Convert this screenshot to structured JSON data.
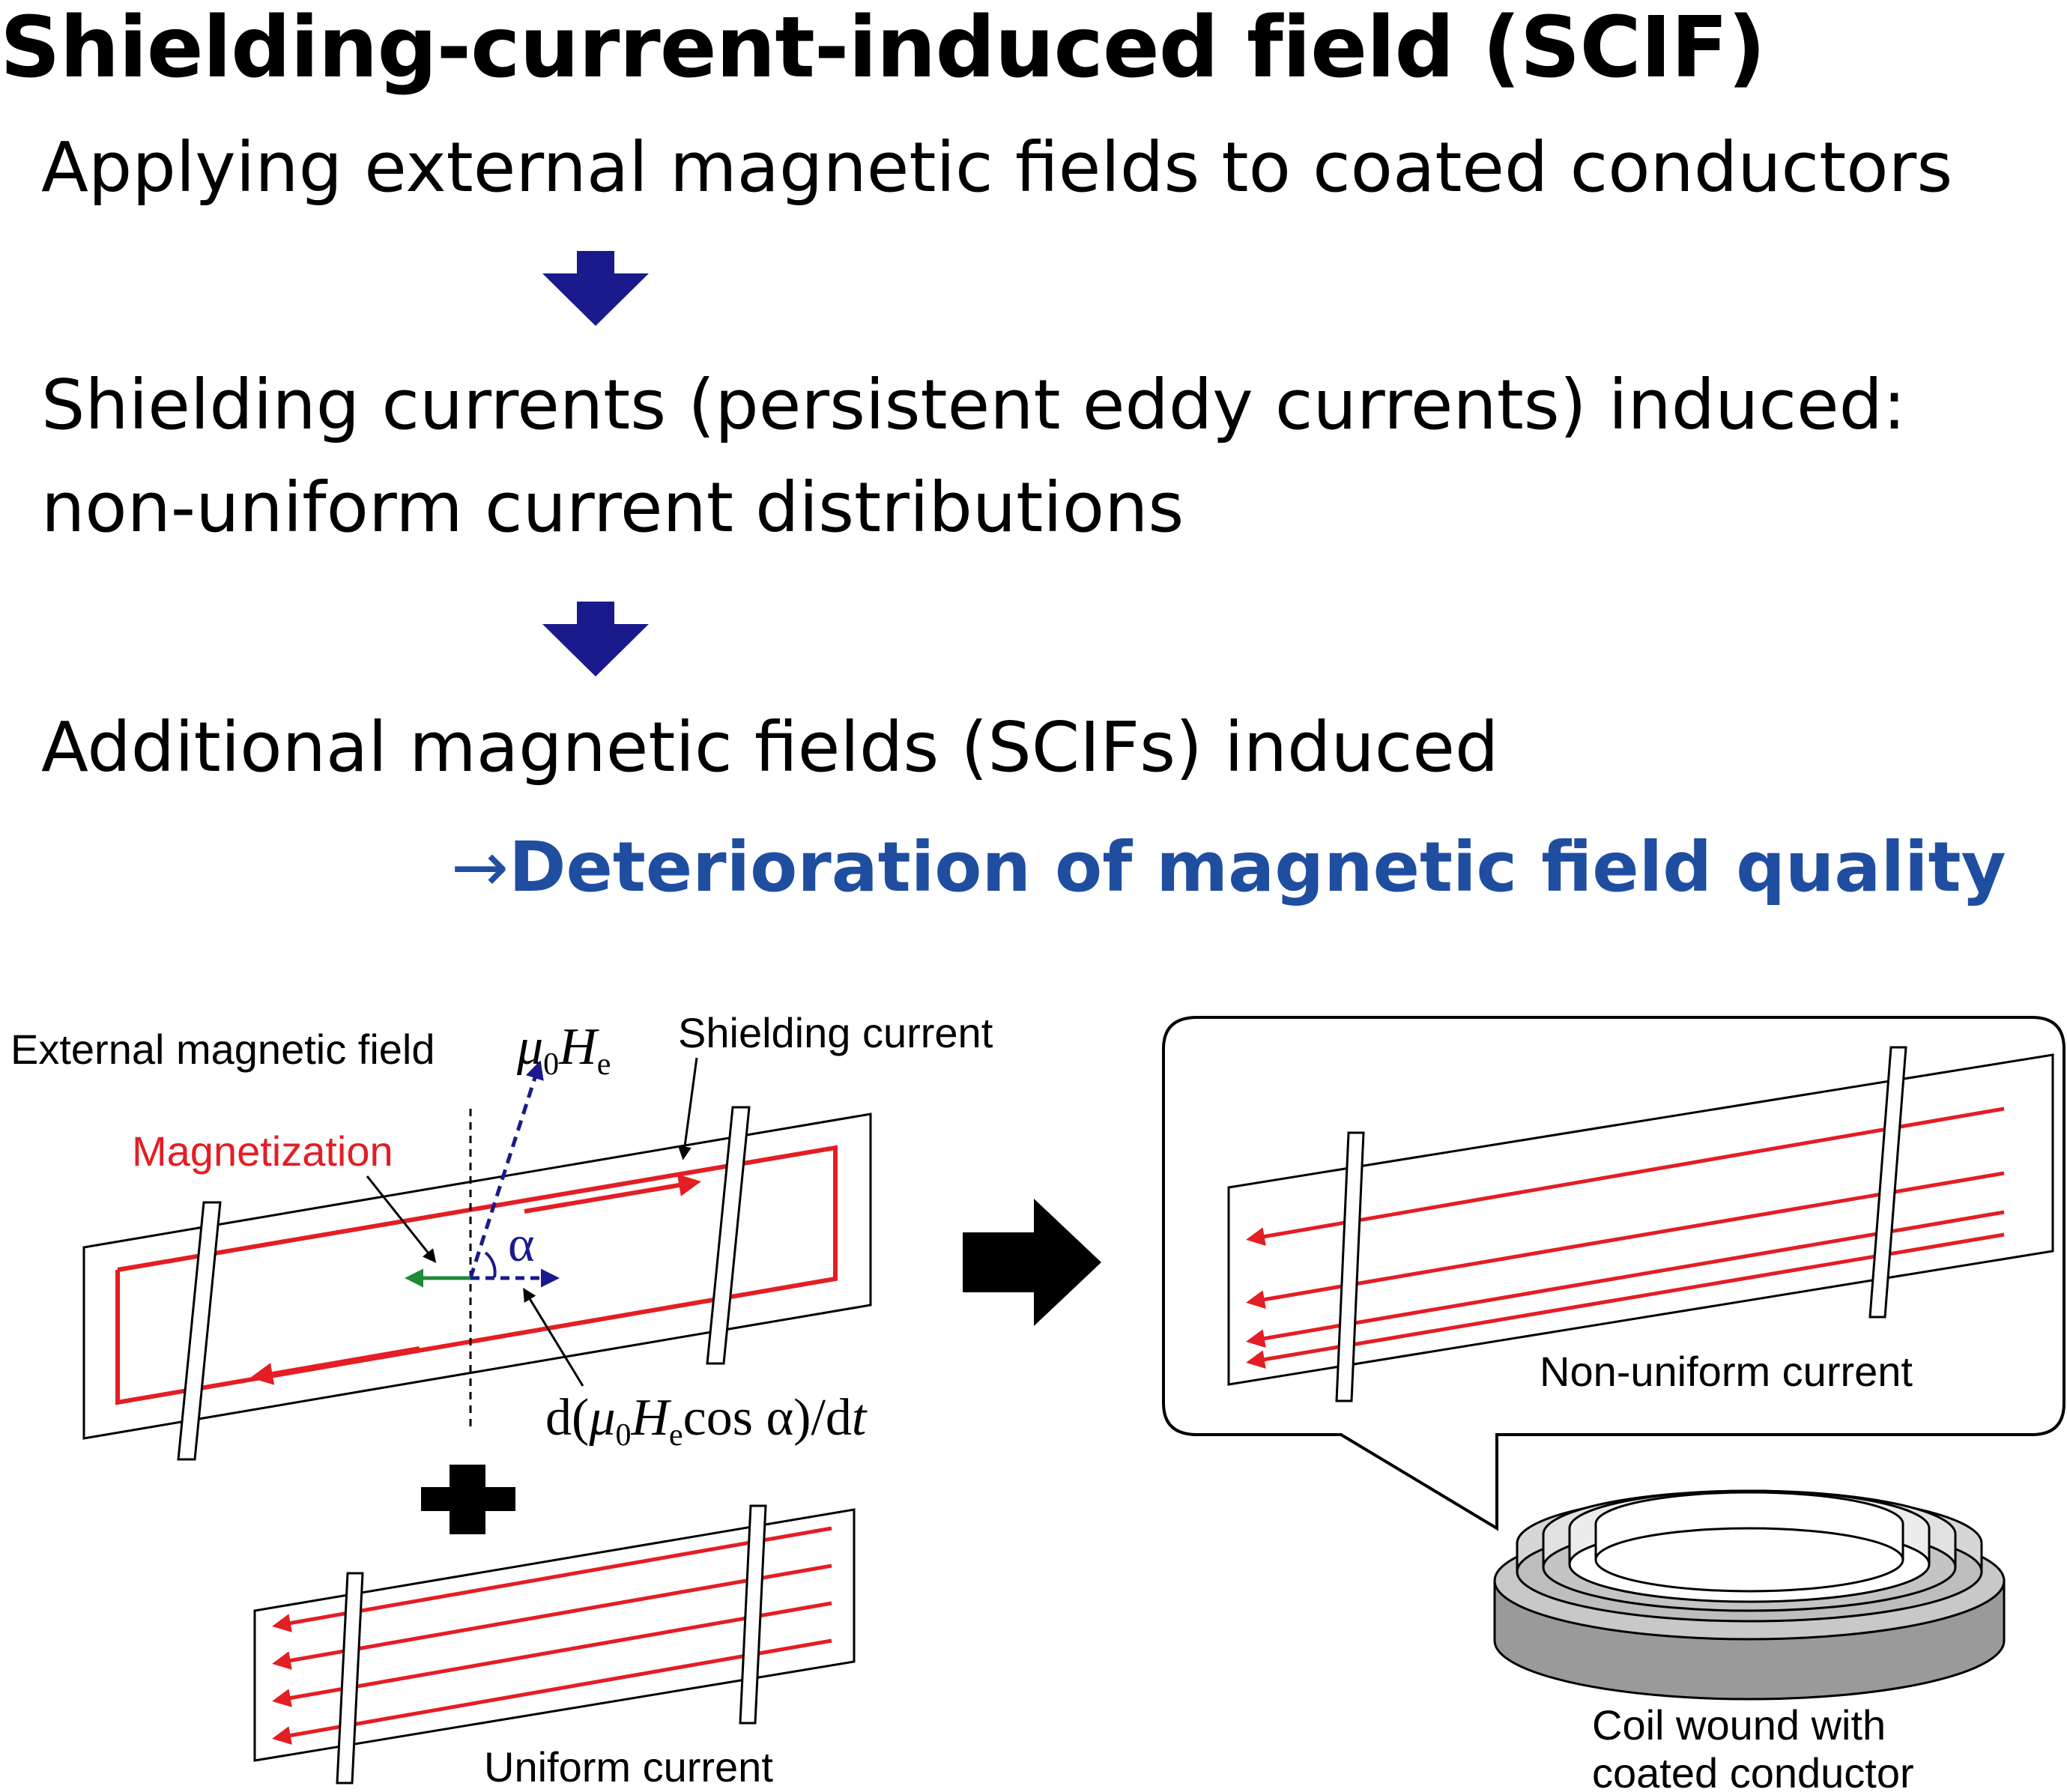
{
  "title": "Shielding-current-induced field (SCIF)",
  "steps": {
    "step1": "Applying external magnetic fields to coated conductors",
    "step2_line1": "Shielding currents (persistent eddy currents) induced:",
    "step2_line2": "non-uniform current distributions",
    "step3": "Additional magnetic fields (SCIFs) induced",
    "consequence_arrow": "→",
    "consequence": "Deterioration of magnetic field quality"
  },
  "diagram": {
    "external_field_label": "External magnetic field",
    "field_symbol_mu": "μ",
    "field_symbol_sub0": "0",
    "field_symbol_H": "H",
    "field_symbol_sube": "e",
    "shielding_current_label": "Shielding current",
    "magnetization_label": "Magnetization",
    "alpha_label": "α",
    "derivative_prefix": "d(",
    "derivative_mu": "μ",
    "derivative_sub0": "0",
    "derivative_H": "H",
    "derivative_sube": "e",
    "derivative_cos": "cos α)/d",
    "derivative_t": "t",
    "uniform_current_label": "Uniform current",
    "nonuniform_current_label": "Non-uniform current",
    "coil_label_line1": "Coil wound with",
    "coil_label_line2": "coated conductor"
  },
  "colors": {
    "flow_arrow": "#1a1a8c",
    "consequence_text": "#1f4ea1",
    "current_red": "#e31e24",
    "magnetization_green": "#1f8a3a",
    "field_vector_navy": "#1a1a8c",
    "coil_gray": "#9a9a9a"
  }
}
